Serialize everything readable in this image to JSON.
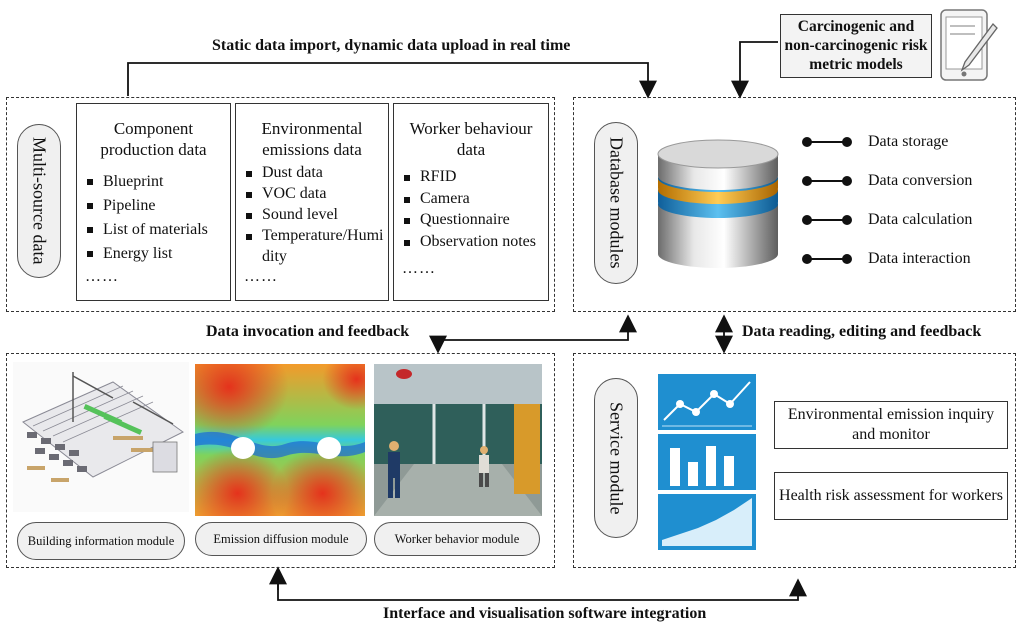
{
  "top_flow_label": "Static data import, dynamic data upload in real time",
  "risk_models_label": "Carcinogenic and non-carcinogenic risk metric models",
  "risk_icon": "tablet-pen-icon",
  "multi_source": {
    "label": "Multi-source data",
    "columns": [
      {
        "title": "Component production data",
        "items": [
          "Blueprint",
          "Pipeline",
          "List of materials",
          "Energy list"
        ],
        "more": "……"
      },
      {
        "title": "Environmental emissions data",
        "items": [
          "Dust data",
          "VOC data",
          "Sound level",
          "Temperature/Humidity"
        ],
        "more": "……"
      },
      {
        "title": "Worker behaviour data",
        "items": [
          "RFID",
          "Camera",
          "Questionnaire",
          "Observation notes"
        ],
        "more": "……"
      }
    ]
  },
  "database": {
    "label": "Database modules",
    "icon": "database-icon",
    "functions": [
      "Data storage",
      "Data conversion",
      "Data calculation",
      "Data interaction"
    ]
  },
  "mid_left_label": "Data invocation and feedback",
  "mid_right_label": "Data reading, editing and feedback",
  "visual": {
    "modules": [
      "Building information module",
      "Emission diffusion module",
      "Worker behavior module"
    ]
  },
  "service": {
    "label": "Service module",
    "boxes": [
      "Environmental emission inquiry and monitor",
      "Health risk assessment for workers"
    ]
  },
  "bottom_flow_label": "Interface and visualisation software integration",
  "colors": {
    "accent": "#1f8fd0",
    "dash": "#333333"
  }
}
